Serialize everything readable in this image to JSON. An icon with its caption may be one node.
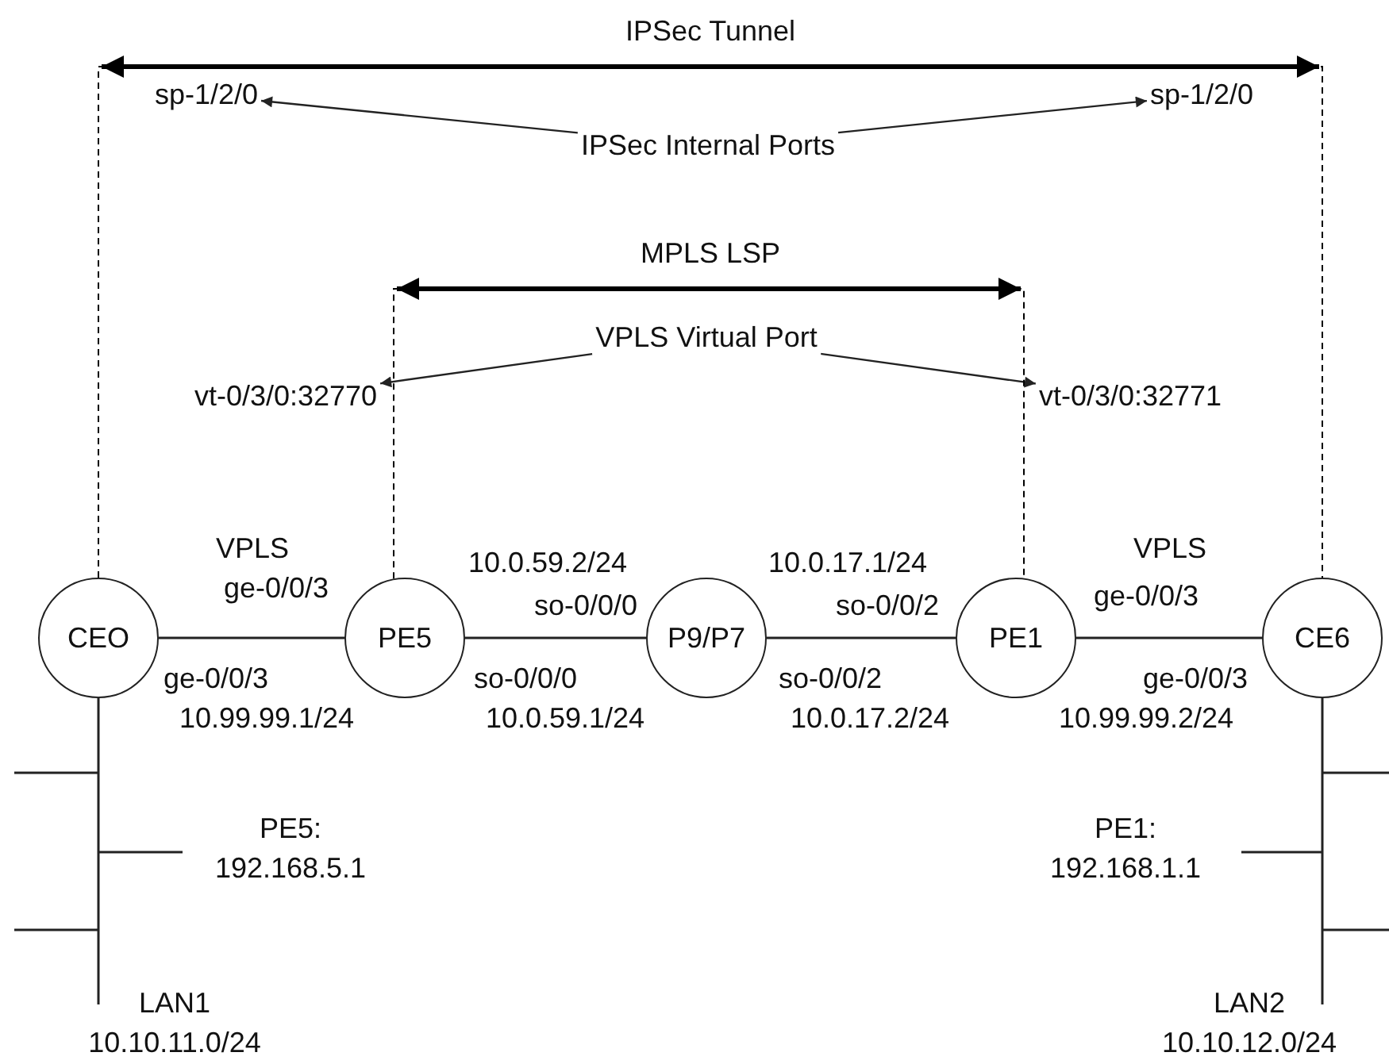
{
  "diagram": {
    "nodes": [
      {
        "text": [
          "sp-1/2/0"
        ]
      },
      {
        "text": [
          "IPSec Internal Ports"
        ]
      },
      {
        "text": [
          "sp-1/2/0"
        ]
      },
      {
        "text": [
          "VPLS Virtual Port"
        ]
      },
      {
        "text": [
          "vt-0/3/0:32770"
        ]
      },
      {
        "text": [
          "vt-0/3/0:32771"
        ]
      },
      {
        "text": [
          "CEO"
        ]
      },
      {
        "text": [
          "PE5"
        ]
      },
      {
        "text": [
          "P9/P7"
        ]
      },
      {
        "text": [
          "PE1"
        ]
      },
      {
        "text": [
          "CE6"
        ]
      }
    ],
    "edges": [
      {
        "from": 1,
        "to": 0,
        "arrow": "to"
      },
      {
        "from": 1,
        "to": 2,
        "arrow": "to"
      },
      {
        "from": 3,
        "to": 4,
        "arrow": "to"
      },
      {
        "from": 3,
        "to": 5,
        "arrow": "to"
      },
      {
        "from": 6,
        "to": 7,
        "arrow": "none"
      },
      {
        "from": 7,
        "to": 8,
        "arrow": "none"
      },
      {
        "from": 8,
        "to": 9,
        "arrow": "none"
      },
      {
        "from": 9,
        "to": 10,
        "arrow": "none"
      },
      {
        "from": 6,
        "to": 10,
        "arrow": "none",
        "style": "dashed",
        "label": "IPSec Tunnel"
      },
      {
        "from": 7,
        "to": 9,
        "arrow": "none",
        "style": "dashed",
        "label": "MPLS LSP"
      }
    ],
    "labels": [
      "VPLS",
      "ge-0/0/3",
      "10.0.59.2/24",
      "so-0/0/0",
      "10.0.17.1/24",
      "so-0/0/2",
      "VPLS",
      "ge-0/0/3",
      "ge-0/0/3",
      "10.99.99.1/24",
      "so-0/0/0",
      "10.0.59.1/24",
      "so-0/0/2",
      "10.0.17.2/24",
      "ge-0/0/3",
      "10.99.99.2/24",
      "PE5: 192.168.5.1",
      "PE1: 192.168.1.1",
      "LAN1 10.10.11.0/24",
      "LAN2 10.10.12.0/24"
    ]
  }
}
